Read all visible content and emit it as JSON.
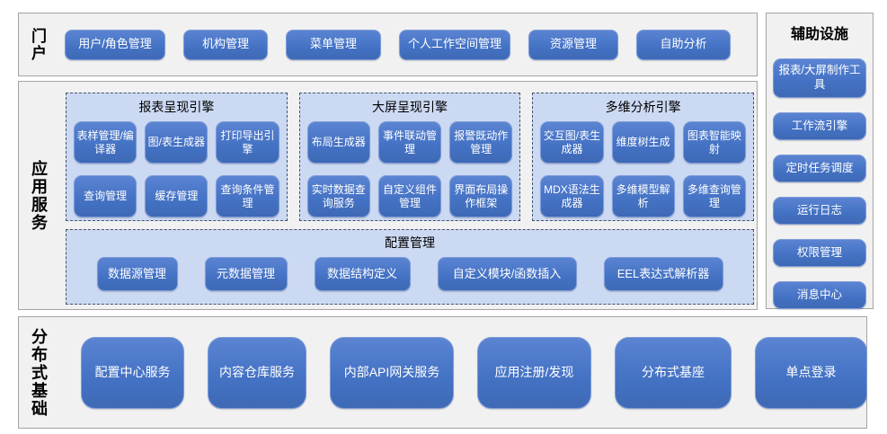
{
  "colors": {
    "node_blue": "#4472C4",
    "node_border": "#7E9CD9",
    "node_text": "#FFFFFF",
    "group_bg": "#CCD9F2",
    "group_dashed_border": "#44546A",
    "section_bg": "#F1F1F1",
    "section_border": "#A3A3A3",
    "label_text": "#000000"
  },
  "portal": {
    "label": "门户",
    "buttons": [
      "用户/角色管理",
      "机构管理",
      "菜单管理",
      "个人工作空间管理",
      "资源管理",
      "自助分析"
    ]
  },
  "app_services": {
    "label": "应用服务",
    "engines": [
      {
        "title": "报表呈现引擎",
        "buttons": [
          "表样管理/编译器",
          "图/表生成器",
          "打印导出引擎",
          "查询管理",
          "缓存管理",
          "查询条件管理"
        ]
      },
      {
        "title": "大屏呈现引擎",
        "buttons": [
          "布局生成器",
          "事件联动管理",
          "报警既动作管理",
          "实时数据查询服务",
          "自定义组件管理",
          "界面布局操作框架"
        ]
      },
      {
        "title": "多维分析引擎",
        "buttons": [
          "交互图/表生成器",
          "维度树生成",
          "图表智能映射",
          "MDX语法生成器",
          "多维模型解析",
          "多维查询管理"
        ]
      }
    ],
    "config": {
      "title": "配置管理",
      "buttons": [
        "数据源管理",
        "元数据管理",
        "数据结构定义",
        "自定义模块/函数插入",
        "EEL表达式解析器"
      ]
    }
  },
  "auxiliary": {
    "title": "辅助设施",
    "buttons": [
      "报表/大屏制作工具",
      "工作流引擎",
      "定时任务调度",
      "运行日志",
      "权限管理",
      "消息中心"
    ]
  },
  "distributed": {
    "label": "分布式基础",
    "buttons": [
      "配置中心服务",
      "内容仓库服务",
      "内部API网关服务",
      "应用注册/发现",
      "分布式基座",
      "单点登录"
    ]
  }
}
